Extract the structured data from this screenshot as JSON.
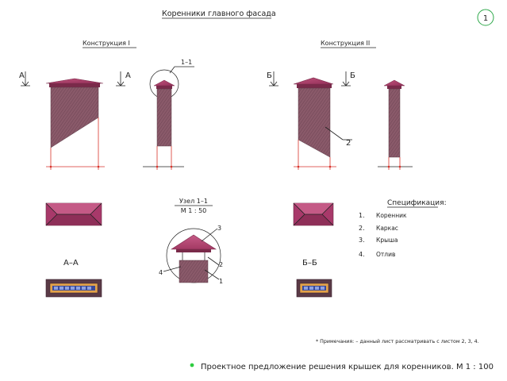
{
  "title": "Коренники главного фасада",
  "sheet_number": "1",
  "construction_1": {
    "label": "Конструкция  I",
    "section_left": "А",
    "section_right": "А",
    "detail_callout": "1–1"
  },
  "construction_2": {
    "label": "Конструкция  II",
    "section_left": "Б",
    "section_right": "Б",
    "callout": "2"
  },
  "node": {
    "title": "Узел  1–1",
    "scale": "М  1 : 50",
    "callouts": [
      "1",
      "2",
      "3",
      "4"
    ]
  },
  "section_labels": {
    "aa": "А–А",
    "bb": "Б–Б"
  },
  "specification": {
    "title": "Спецификация:",
    "items": [
      {
        "num": "1.",
        "name": "Коренник"
      },
      {
        "num": "2.",
        "name": "Каркас"
      },
      {
        "num": "3.",
        "name": "Крыша"
      },
      {
        "num": "4.",
        "name": "Отлив"
      }
    ]
  },
  "note": "* Примечания:  – данный лист рассматривать с листом  2, 3, 4.",
  "footer": "Проектное предложение решения крышек  для  коренников.   М 1 : 100",
  "colors": {
    "roof": "#b0406a",
    "chimney": "#8a5a6a",
    "brick": "#6e4a58",
    "accent_red": "#d8332b",
    "bullet": "#2ecc40",
    "sheet_circle": "#2ea84a"
  }
}
